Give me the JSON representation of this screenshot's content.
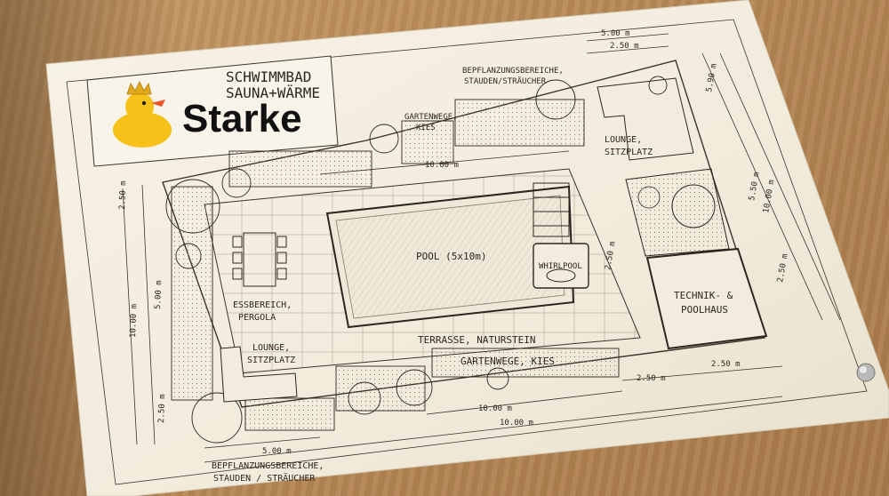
{
  "logo": {
    "line1": "SCHWIMMBAD",
    "line2": "SAUNA+WÄRME",
    "brand": "Starke"
  },
  "labels": {
    "gartenwege_kies_top": [
      "GARTENWEGE,",
      "KIES"
    ],
    "bepflanzung_top": [
      "BEPFLANZUNGSBEREICHE,",
      "STAUDEN/STRÄUCHER"
    ],
    "lounge_right": [
      "LOUNGE,",
      "SITZPLATZ"
    ],
    "pool": "POOL (5x10m)",
    "whirlpool": "WHIRLPOOL",
    "essbereich": [
      "ESSBEREICH,",
      "PERGOLA"
    ],
    "lounge_left": [
      "LOUNGE,",
      "SITZPLATZ"
    ],
    "terrasse": "TERRASSE, NATURSTEIN",
    "gartenwege_kies_bottom": "GARTENWEGE, KIES",
    "technik": [
      "TECHNIK- &",
      "POOLHAUS"
    ],
    "bepflanzung_bottom": [
      "BEPFLANZUNGSBEREICHE,",
      "STAUDEN / STRÄUCHER"
    ]
  },
  "dimensions": {
    "top_5m": "5.00 m",
    "top_2_5m": "2.50 m",
    "top_10m": "10.00 m",
    "left_2_5m": "2.50 m",
    "left_5m": "5.00 m",
    "left_10m": "10.00 m",
    "left_2_5m_bottom": "2.50 m",
    "right_5_9m": "5.90 m",
    "right_5_5m": "5.50 m",
    "right_10m": "10.00 m",
    "right_2_5m": "2.50 m",
    "mid_2_5m": "2.50 m",
    "bottom_right_2_5m_a": "2.50 m",
    "bottom_right_2_5m_b": "2.50 m",
    "bottom_10m_a": "10.00 m",
    "bottom_10m_b": "10.00 m",
    "bottom_5m": "5.00 m"
  },
  "colors": {
    "paper": "#f4efe2",
    "ink": "#2d2620",
    "logo_duck": "#f6c21a",
    "logo_crown": "#e0a81a",
    "logo_beak": "#e8552a"
  }
}
